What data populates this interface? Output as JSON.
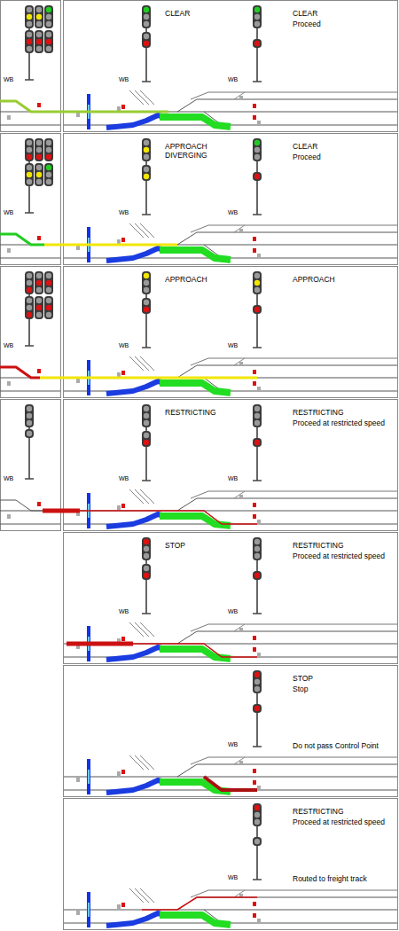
{
  "diagram": {
    "labels": [
      "WB",
      "CLEAR",
      "WB",
      "CLEAR",
      "Proceed",
      "WB",
      "WB",
      "APPROACH DIVERGING",
      "WB",
      "CLEAR",
      "Proceed",
      "WB",
      "WB",
      "APPROACH",
      "WB",
      "APPROACH",
      "WB",
      "WB",
      "RESTRICTING",
      "WB",
      "RESTRICTING",
      "Proceed at restricted speed",
      "WB",
      "STOP",
      "WB",
      "RESTRICTING",
      "Proceed at restricted speed",
      "WB",
      "STOP",
      "Stop",
      "WB",
      "Do not pass Control Point",
      "RESTRICTING",
      "Proceed at restricted speed",
      "WB",
      "Routed to freight track"
    ]
  }
}
